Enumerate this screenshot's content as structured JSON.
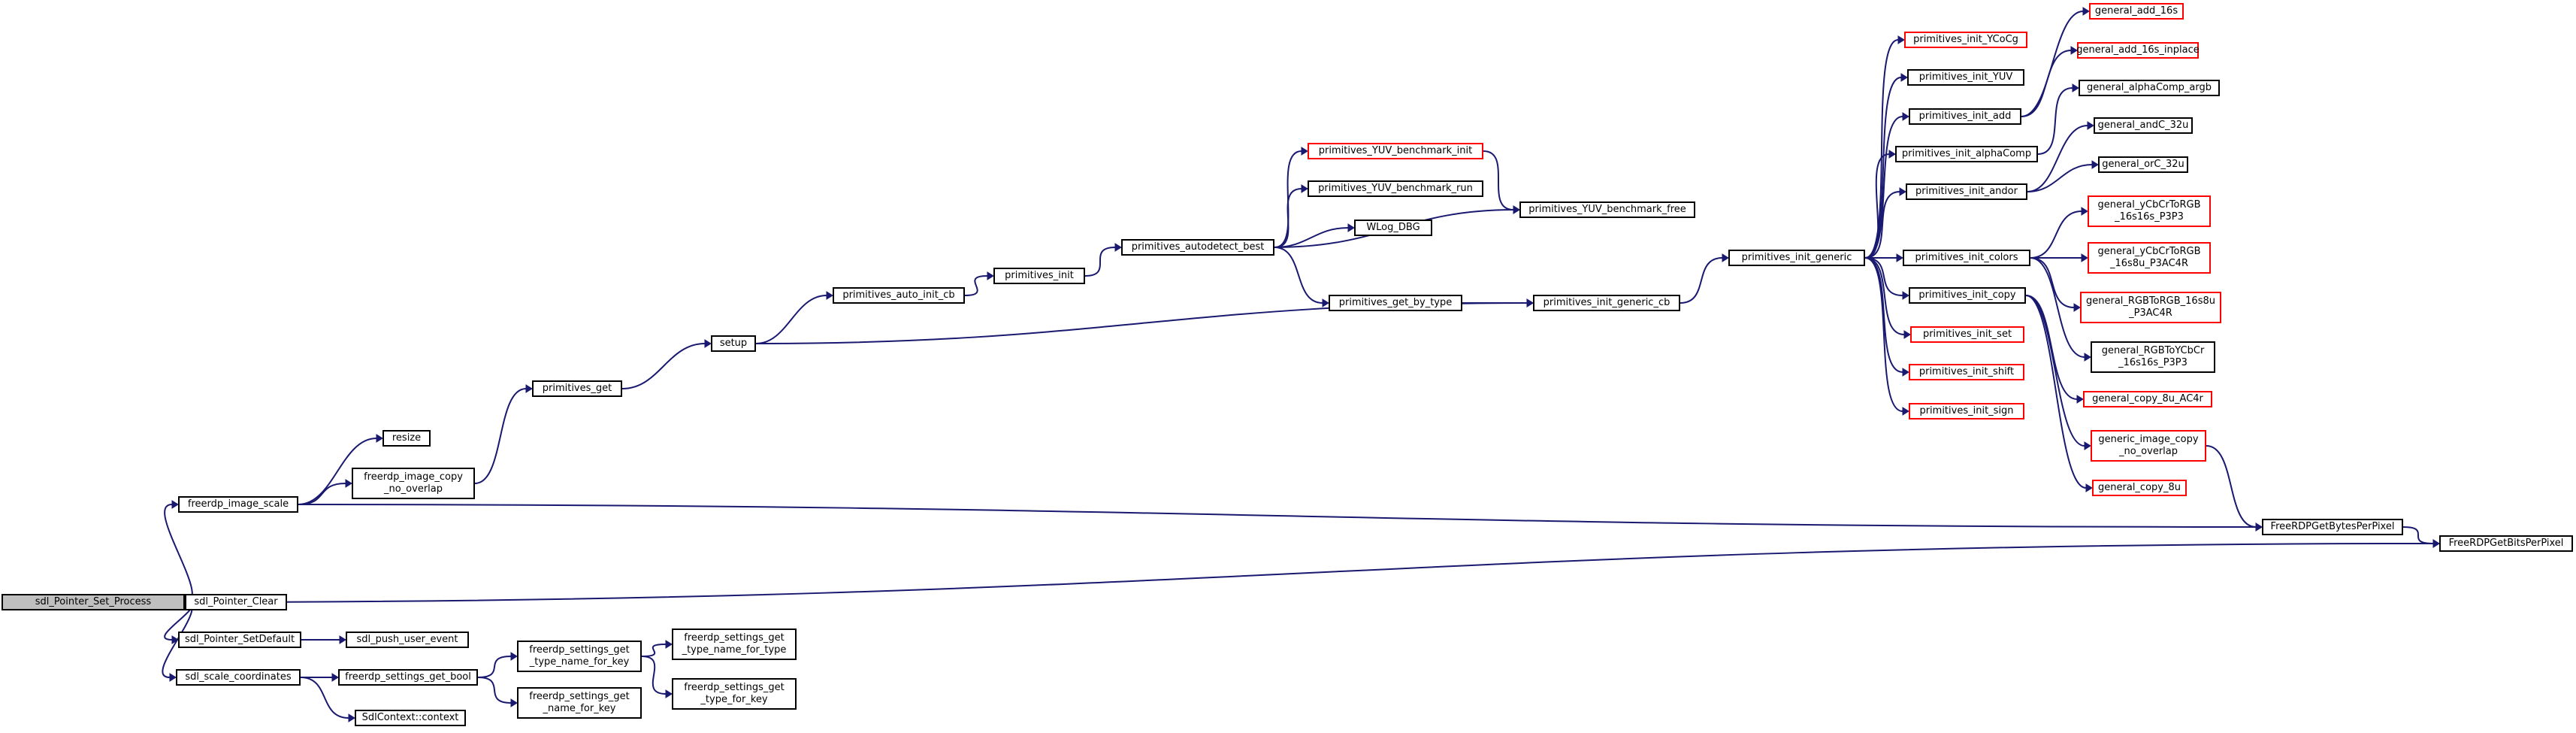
{
  "graph": {
    "colors": {
      "edge": "#191970",
      "border": "#000000",
      "truncated_border": "#ff0000",
      "root_fill": "#bfbfbf"
    },
    "nodes": [
      {
        "id": "root",
        "label": "sdl_Pointer_Set_Process",
        "style": "root"
      },
      {
        "id": "image_scale",
        "label": "freerdp_image_scale",
        "style": "normal"
      },
      {
        "id": "ptr_clear",
        "label": "sdl_Pointer_Clear",
        "style": "normal"
      },
      {
        "id": "ptr_setdefault",
        "label": "sdl_Pointer_SetDefault",
        "style": "normal"
      },
      {
        "id": "scale_coords",
        "label": "sdl_scale_coordinates",
        "style": "normal"
      },
      {
        "id": "resize",
        "label": "resize",
        "style": "normal"
      },
      {
        "id": "img_copy_nooverlap",
        "label": "freerdp_image_copy\n_no_overlap",
        "style": "normal"
      },
      {
        "id": "prim_get",
        "label": "primitives_get",
        "style": "normal"
      },
      {
        "id": "setup",
        "label": "setup",
        "style": "normal"
      },
      {
        "id": "auto_init_cb",
        "label": "primitives_auto_init_cb",
        "style": "normal"
      },
      {
        "id": "prim_init",
        "label": "primitives_init",
        "style": "normal"
      },
      {
        "id": "autodetect_best",
        "label": "primitives_autodetect_best",
        "style": "normal"
      },
      {
        "id": "yuv_bench_init",
        "label": "primitives_YUV_benchmark_init",
        "style": "red"
      },
      {
        "id": "yuv_bench_run",
        "label": "primitives_YUV_benchmark_run",
        "style": "normal"
      },
      {
        "id": "wlog_dbg",
        "label": "WLog_DBG",
        "style": "normal"
      },
      {
        "id": "get_by_type",
        "label": "primitives_get_by_type",
        "style": "normal"
      },
      {
        "id": "yuv_bench_free",
        "label": "primitives_YUV_benchmark_free",
        "style": "normal"
      },
      {
        "id": "init_generic_cb",
        "label": "primitives_init_generic_cb",
        "style": "normal"
      },
      {
        "id": "init_generic",
        "label": "primitives_init_generic",
        "style": "normal"
      },
      {
        "id": "init_ycocg",
        "label": "primitives_init_YCoCg",
        "style": "red"
      },
      {
        "id": "init_yuv",
        "label": "primitives_init_YUV",
        "style": "normal"
      },
      {
        "id": "init_add",
        "label": "primitives_init_add",
        "style": "normal"
      },
      {
        "id": "init_alphacomp",
        "label": "primitives_init_alphaComp",
        "style": "normal"
      },
      {
        "id": "init_andor",
        "label": "primitives_init_andor",
        "style": "normal"
      },
      {
        "id": "init_colors",
        "label": "primitives_init_colors",
        "style": "normal"
      },
      {
        "id": "init_copy",
        "label": "primitives_init_copy",
        "style": "normal"
      },
      {
        "id": "init_set",
        "label": "primitives_init_set",
        "style": "red"
      },
      {
        "id": "init_shift",
        "label": "primitives_init_shift",
        "style": "red"
      },
      {
        "id": "init_sign",
        "label": "primitives_init_sign",
        "style": "red"
      },
      {
        "id": "add_16s",
        "label": "general_add_16s",
        "style": "red"
      },
      {
        "id": "add_16s_inplace",
        "label": "general_add_16s_inplace",
        "style": "red"
      },
      {
        "id": "alphacomp_argb",
        "label": "general_alphaComp_argb",
        "style": "normal"
      },
      {
        "id": "andc_32u",
        "label": "general_andC_32u",
        "style": "normal"
      },
      {
        "id": "orc_32u",
        "label": "general_orC_32u",
        "style": "normal"
      },
      {
        "id": "ycbcr_p3p3",
        "label": "general_yCbCrToRGB\n_16s16s_P3P3",
        "style": "red"
      },
      {
        "id": "ycbcr_p3ac4r",
        "label": "general_yCbCrToRGB\n_16s8u_P3AC4R",
        "style": "red"
      },
      {
        "id": "rgbtorgb",
        "label": "general_RGBToRGB_16s8u\n_P3AC4R",
        "style": "red"
      },
      {
        "id": "rgbtoycbcr",
        "label": "general_RGBToYCbCr\n_16s16s_P3P3",
        "style": "normal"
      },
      {
        "id": "copy_8u_ac4r",
        "label": "general_copy_8u_AC4r",
        "style": "red"
      },
      {
        "id": "gen_img_copy",
        "label": "generic_image_copy\n_no_overlap",
        "style": "red"
      },
      {
        "id": "copy_8u",
        "label": "general_copy_8u",
        "style": "red"
      },
      {
        "id": "bytes_per_pixel",
        "label": "FreeRDPGetBytesPerPixel",
        "style": "normal"
      },
      {
        "id": "bits_per_pixel",
        "label": "FreeRDPGetBitsPerPixel",
        "style": "normal"
      },
      {
        "id": "push_user_event",
        "label": "sdl_push_user_event",
        "style": "normal"
      },
      {
        "id": "settings_get_bool",
        "label": "freerdp_settings_get_bool",
        "style": "normal"
      },
      {
        "id": "sdlcontext_context",
        "label": "SdlContext::context",
        "style": "normal"
      },
      {
        "id": "type_name_for_key",
        "label": "freerdp_settings_get\n_type_name_for_key",
        "style": "normal"
      },
      {
        "id": "name_for_key",
        "label": "freerdp_settings_get\n_name_for_key",
        "style": "normal"
      },
      {
        "id": "type_name_for_type",
        "label": "freerdp_settings_get\n_type_name_for_type",
        "style": "normal"
      },
      {
        "id": "type_for_key",
        "label": "freerdp_settings_get\n_type_for_key",
        "style": "normal"
      }
    ],
    "edges": [
      [
        "root",
        "image_scale"
      ],
      [
        "root",
        "ptr_clear"
      ],
      [
        "root",
        "ptr_setdefault"
      ],
      [
        "root",
        "scale_coords"
      ],
      [
        "root",
        "bits_per_pixel"
      ],
      [
        "image_scale",
        "resize"
      ],
      [
        "image_scale",
        "img_copy_nooverlap"
      ],
      [
        "image_scale",
        "bytes_per_pixel"
      ],
      [
        "img_copy_nooverlap",
        "prim_get"
      ],
      [
        "prim_get",
        "setup"
      ],
      [
        "setup",
        "auto_init_cb"
      ],
      [
        "setup",
        "init_generic_cb"
      ],
      [
        "auto_init_cb",
        "prim_init"
      ],
      [
        "prim_init",
        "autodetect_best"
      ],
      [
        "autodetect_best",
        "yuv_bench_init"
      ],
      [
        "autodetect_best",
        "yuv_bench_run"
      ],
      [
        "autodetect_best",
        "wlog_dbg"
      ],
      [
        "autodetect_best",
        "get_by_type"
      ],
      [
        "autodetect_best",
        "yuv_bench_free"
      ],
      [
        "yuv_bench_init",
        "yuv_bench_free"
      ],
      [
        "get_by_type",
        "init_generic_cb"
      ],
      [
        "init_generic_cb",
        "init_generic"
      ],
      [
        "init_generic",
        "init_ycocg"
      ],
      [
        "init_generic",
        "init_yuv"
      ],
      [
        "init_generic",
        "init_add"
      ],
      [
        "init_generic",
        "init_alphacomp"
      ],
      [
        "init_generic",
        "init_andor"
      ],
      [
        "init_generic",
        "init_colors"
      ],
      [
        "init_generic",
        "init_copy"
      ],
      [
        "init_generic",
        "init_set"
      ],
      [
        "init_generic",
        "init_shift"
      ],
      [
        "init_generic",
        "init_sign"
      ],
      [
        "init_add",
        "add_16s"
      ],
      [
        "init_add",
        "add_16s_inplace"
      ],
      [
        "init_alphacomp",
        "alphacomp_argb"
      ],
      [
        "init_andor",
        "andc_32u"
      ],
      [
        "init_andor",
        "orc_32u"
      ],
      [
        "init_colors",
        "ycbcr_p3p3"
      ],
      [
        "init_colors",
        "ycbcr_p3ac4r"
      ],
      [
        "init_colors",
        "rgbtorgb"
      ],
      [
        "init_colors",
        "rgbtoycbcr"
      ],
      [
        "init_copy",
        "copy_8u_ac4r"
      ],
      [
        "init_copy",
        "gen_img_copy"
      ],
      [
        "init_copy",
        "copy_8u"
      ],
      [
        "gen_img_copy",
        "bytes_per_pixel"
      ],
      [
        "bytes_per_pixel",
        "bits_per_pixel"
      ],
      [
        "ptr_setdefault",
        "push_user_event"
      ],
      [
        "scale_coords",
        "settings_get_bool"
      ],
      [
        "scale_coords",
        "sdlcontext_context"
      ],
      [
        "settings_get_bool",
        "type_name_for_key"
      ],
      [
        "settings_get_bool",
        "name_for_key"
      ],
      [
        "type_name_for_key",
        "type_name_for_type"
      ],
      [
        "type_name_for_key",
        "type_for_key"
      ]
    ]
  }
}
